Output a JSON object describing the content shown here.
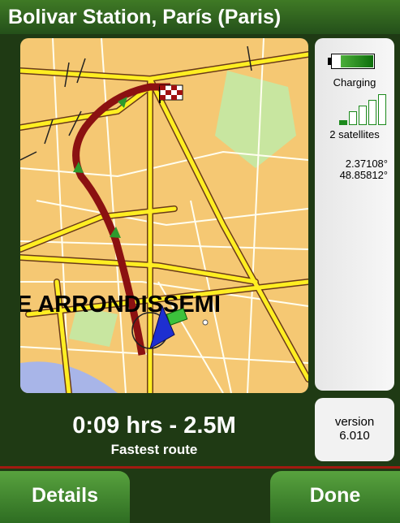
{
  "header": {
    "title": "Bolivar Station, París (Paris)"
  },
  "map": {
    "district_label": "E ARRONDISSEMI"
  },
  "status": {
    "battery_level": 0.8,
    "charging_label": "Charging",
    "satellite_bars_on": 1,
    "satellite_bars_total": 5,
    "satellites_label": "2 satellites",
    "longitude": "2.37108°",
    "latitude": "48.85812°"
  },
  "route": {
    "eta": "0:09 hrs - 2.5M",
    "type": "Fastest route"
  },
  "version": {
    "label": "version",
    "number": "6.010"
  },
  "buttons": {
    "details": "Details",
    "done": "Done"
  },
  "colors": {
    "header_green": "#3f7a25",
    "route_red": "#8b1111",
    "map_bg": "#f5c873",
    "road_yellow": "#ffee22"
  }
}
